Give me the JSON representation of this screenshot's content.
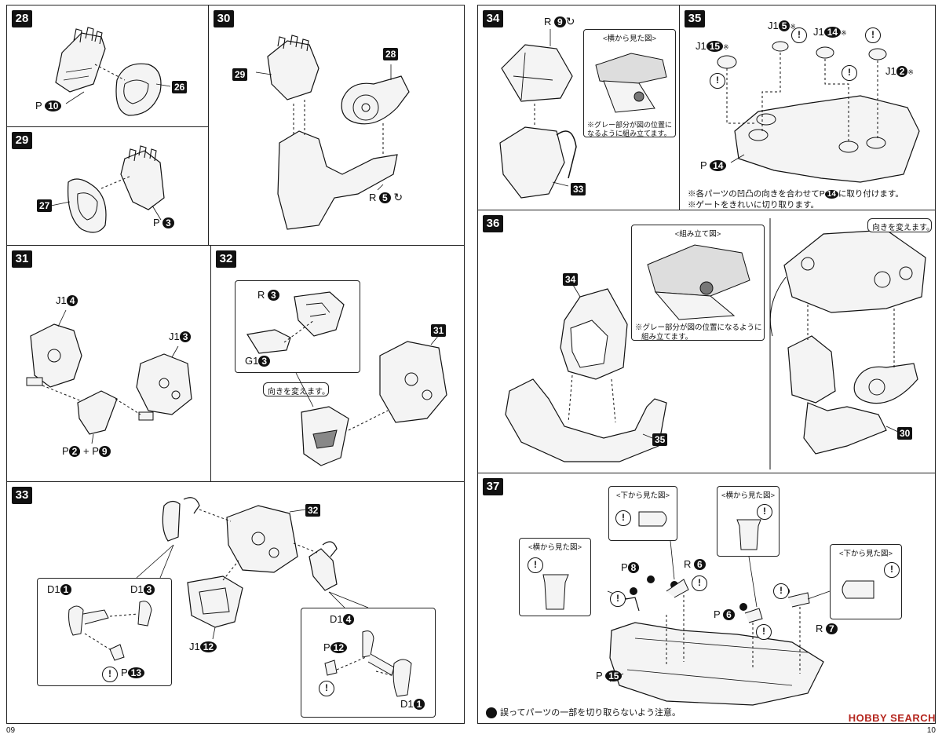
{
  "left_page": {
    "page_number": "09",
    "steps": {
      "s28": {
        "number": "28",
        "part_main": "P",
        "part_num": "10",
        "ref": "26"
      },
      "s29": {
        "number": "29",
        "part_main": "P",
        "part_num": "3",
        "ref": "27"
      },
      "s30": {
        "number": "30",
        "ref_a": "29",
        "ref_b": "28",
        "part_main": "R",
        "part_num": "5"
      },
      "s31": {
        "number": "31",
        "part_a": "J1",
        "part_a_num": "4",
        "part_b": "J1",
        "part_b_num": "3",
        "part_c": "P",
        "part_c_num": "2",
        "plus": "+",
        "part_d": "P",
        "part_d_num": "9"
      },
      "s32": {
        "number": "32",
        "part_a": "R",
        "part_a_num": "3",
        "part_b": "G1",
        "part_b_num": "3",
        "rotate_note": "向きを変えます。",
        "ref": "31"
      },
      "s33": {
        "number": "33",
        "ref": "32",
        "part_a": "D1",
        "part_a_num": "1",
        "part_b": "D1",
        "part_b_num": "3",
        "part_c": "P",
        "part_c_num": "13",
        "part_d": "J1",
        "part_d_num": "12",
        "part_e": "D1",
        "part_e_num": "4",
        "part_f": "P",
        "part_f_num": "12",
        "part_g": "D1",
        "part_g_num": "1"
      }
    }
  },
  "right_page": {
    "page_number": "10",
    "steps": {
      "s34": {
        "number": "34",
        "part_main": "R",
        "part_num": "9",
        "inset_title": "<横から見た図>",
        "inset_note_1": "※グレー部分が図の位置に",
        "inset_note_2": "なるように組み立てます。",
        "ref": "33"
      },
      "s35": {
        "number": "35",
        "part_a": "J1",
        "part_a_num": "15",
        "part_b": "J1",
        "part_b_num": "5",
        "part_c": "J1",
        "part_c_num": "14",
        "part_d": "J1",
        "part_d_num": "2",
        "part_e": "P",
        "part_e_num": "14",
        "asterisk": "※",
        "note_1": "※各パーツの凹凸の向きを合わせてP",
        "note_1_num": "14",
        "note_1_end": "に取り付けます。",
        "note_2": "※ゲートをきれいに切り取ります。"
      },
      "s36": {
        "number": "36",
        "ref_a": "34",
        "ref_b": "35",
        "ref_c": "30",
        "inset_title": "<組み立て図>",
        "inset_note_1": "※グレー部分が図の位置になるように",
        "inset_note_2": "組み立てます。",
        "rotate_note": "向きを変えます。"
      },
      "s37": {
        "number": "37",
        "inset_a_title": "<下から見た図>",
        "inset_b_title": "<横から見た図>",
        "inset_c_title": "<横から見た図>",
        "inset_d_title": "<下から見た図>",
        "part_a": "P",
        "part_a_num": "8",
        "part_b": "R",
        "part_b_num": "6",
        "part_c": "P",
        "part_c_num": "6",
        "part_d": "R",
        "part_d_num": "7",
        "part_e": "P",
        "part_e_num": "15",
        "caution": "誤ってパーツの一部を切り取らないよう注意。"
      }
    }
  },
  "watermark": "HOBBY SEARCH"
}
